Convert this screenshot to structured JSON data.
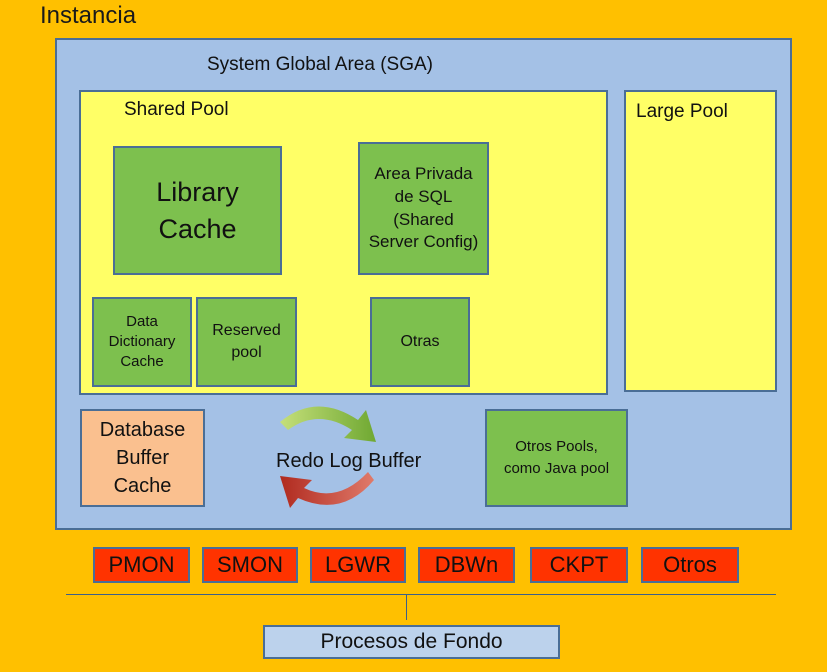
{
  "title": "Instancia",
  "sga": {
    "label": "System Global Area (SGA)",
    "shared_pool": {
      "label": "Shared Pool",
      "library_cache": "Library Cache",
      "area_privada": "Area Privada de SQL (Shared Server Config)",
      "data_dictionary_cache": "Data Dictionary Cache",
      "reserved_pool": "Reserved pool",
      "otras": "Otras"
    },
    "large_pool": "Large Pool",
    "database_buffer_cache": "Database Buffer Cache",
    "redo_log_buffer": "Redo Log Buffer",
    "otros_pools": "Otros Pools, como Java pool"
  },
  "processes": [
    "PMON",
    "SMON",
    "LGWR",
    "DBWn",
    "CKPT",
    "Otros"
  ],
  "background_label": "Procesos de Fondo",
  "colors": {
    "instance_bg": "#ffc000",
    "sga_bg": "#a4c1e6",
    "pool_bg": "#ffff66",
    "component_green": "#7dc04e",
    "buffer_cache": "#fac08f",
    "process_red": "#ff3300",
    "background_box": "#bcd2ec",
    "arrow_green": "#8fc04a",
    "arrow_red": "#c0392b"
  }
}
